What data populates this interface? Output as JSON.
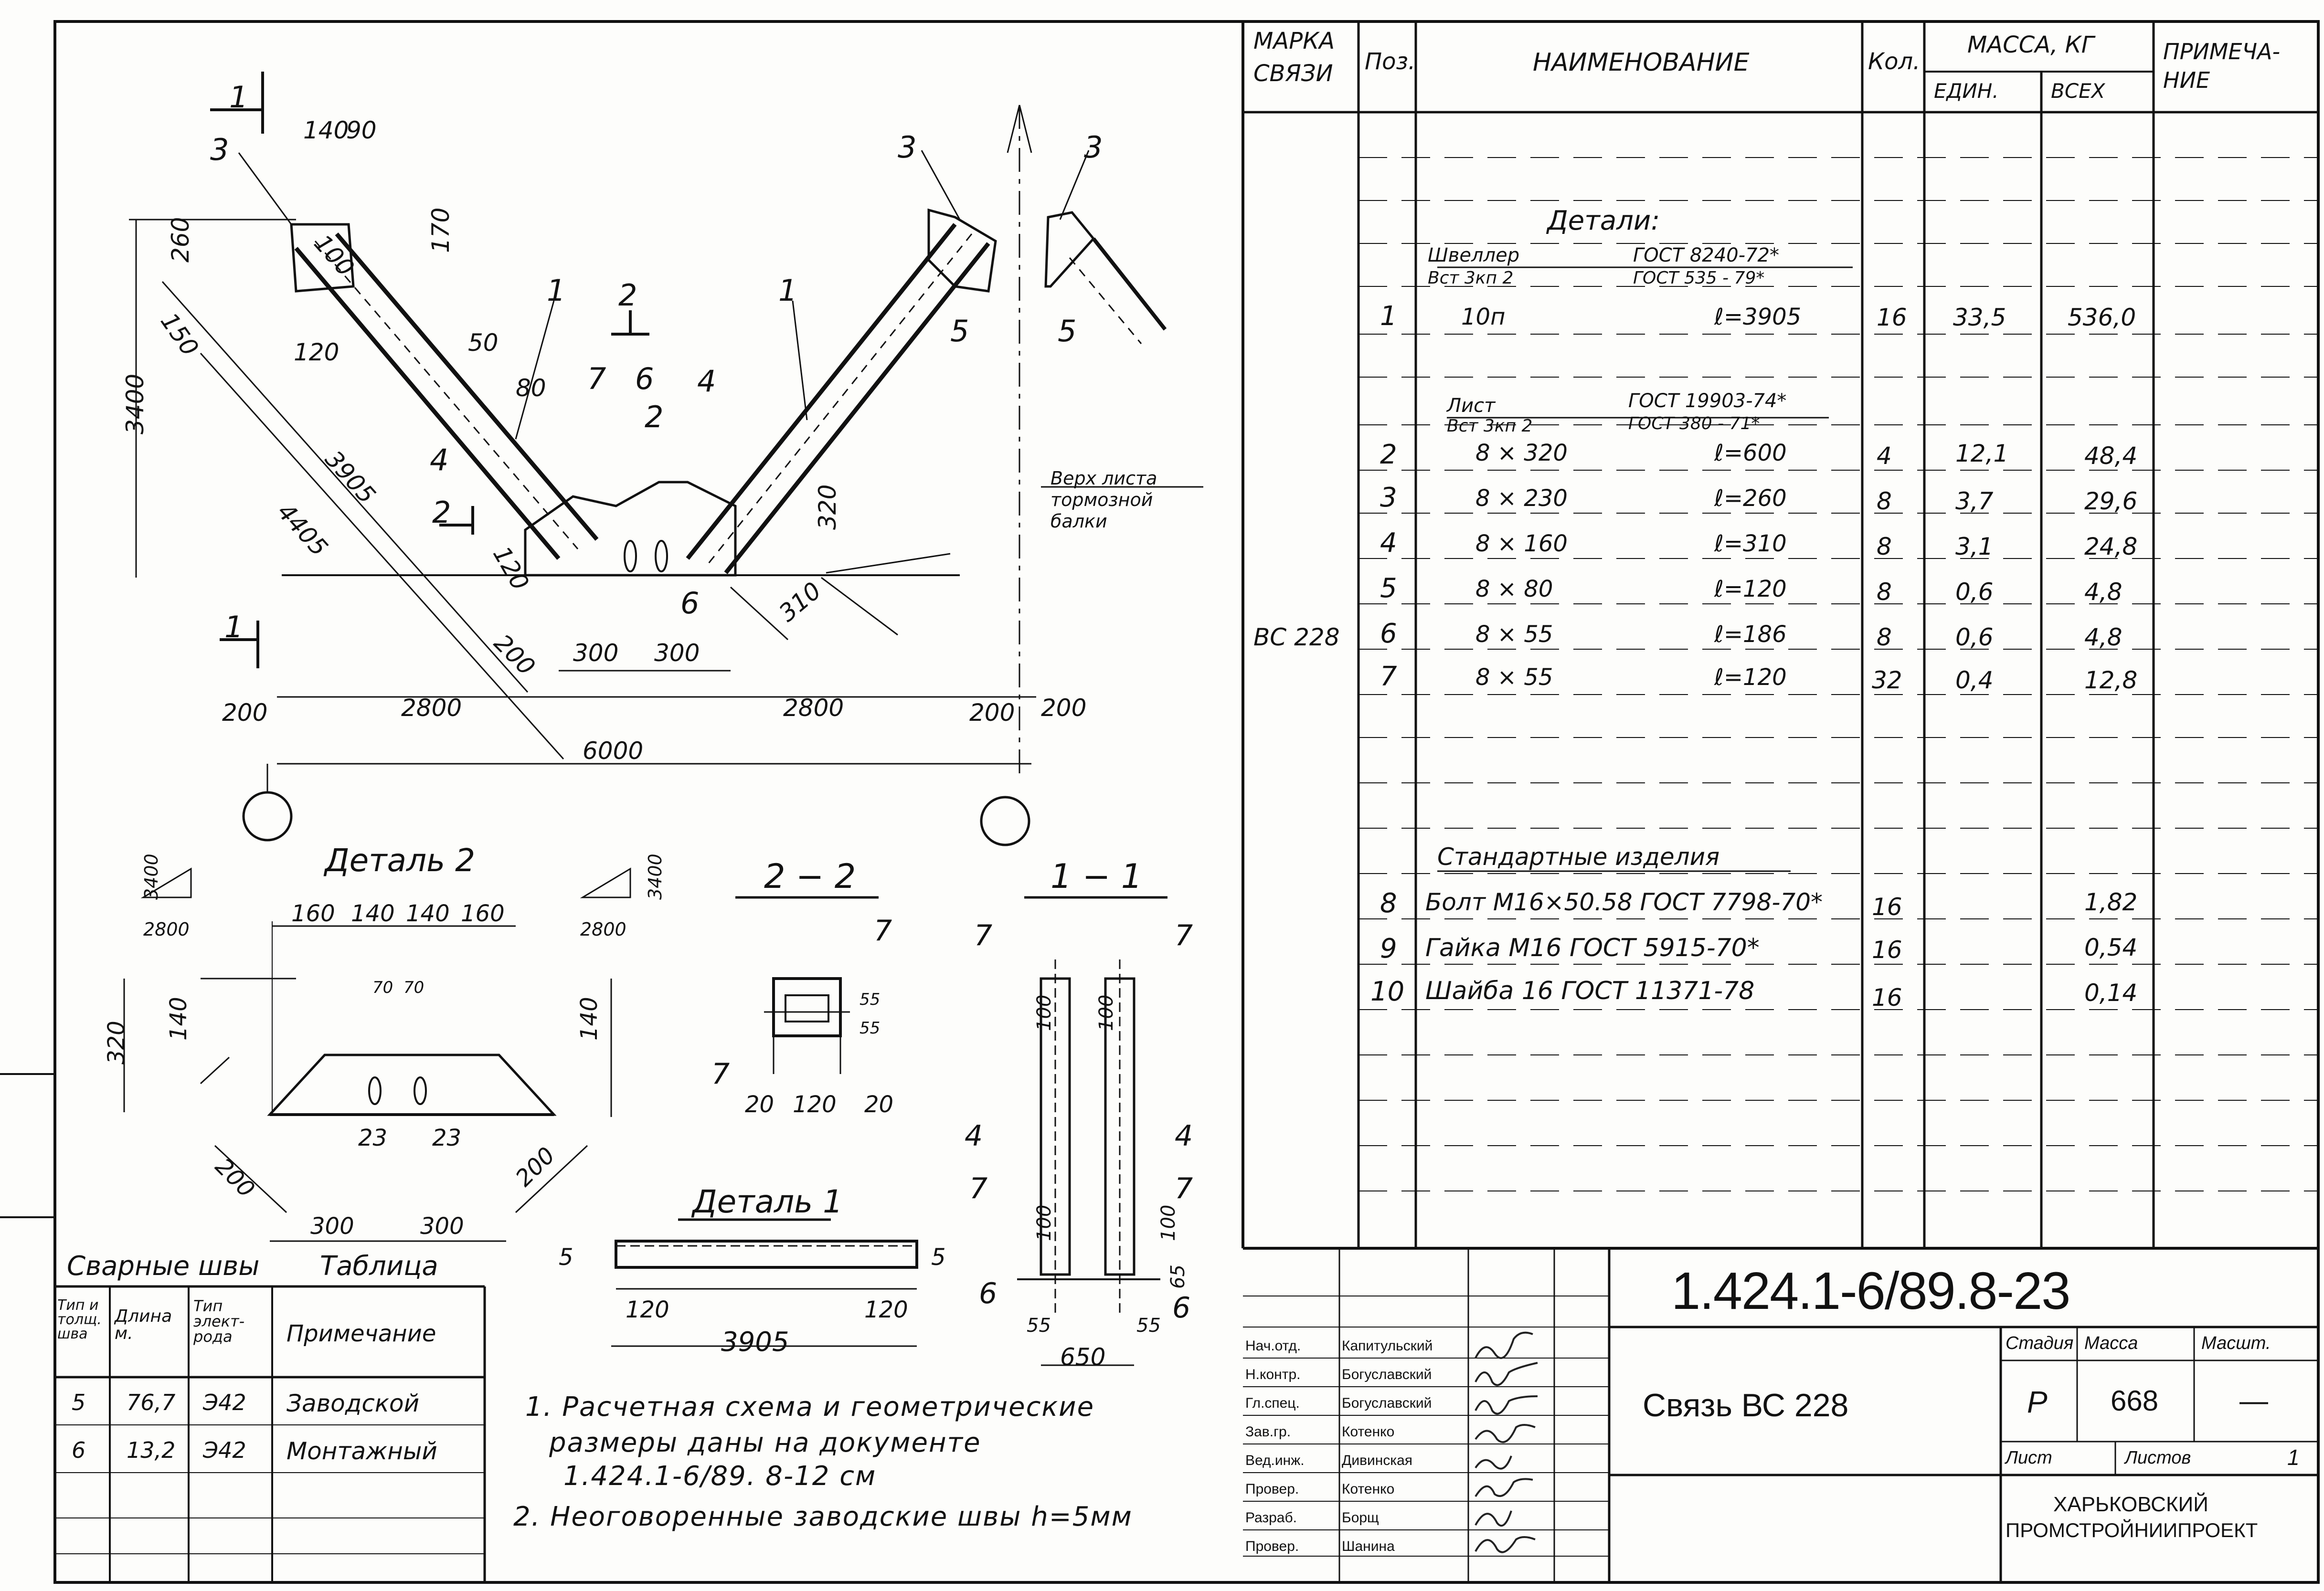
{
  "spec_header": {
    "marka": [
      "МАРКА",
      "СВЯЗИ"
    ],
    "poz": "Поз.",
    "name": "НАИМЕНОВАНИЕ",
    "kol": "Кол.",
    "mass": "МАССА, КГ",
    "mass_unit": "ЕДИН.",
    "mass_all": "ВСЕХ",
    "note": [
      "ПРИМЕЧА-",
      "НИЕ"
    ]
  },
  "spec": {
    "marka_value": "ВС 228",
    "details_title": "Детали:",
    "channel": {
      "l1": "Швеллер",
      "g1": "ГОСТ 8240-72*",
      "l2": "Вст 3кп 2",
      "g2": "ГОСТ 535 - 79*"
    },
    "sheet": {
      "l1": "Лист",
      "g1": "ГОСТ 19903-74*",
      "l2": "Вст 3кп 2",
      "g2": "ГОСТ 380 - 71*"
    },
    "rows": [
      {
        "pos": "1",
        "name": "10п",
        "len": "ℓ=3905",
        "qty": "16",
        "unit": "33,5",
        "all": "536,0"
      },
      {
        "pos": "2",
        "name": "8 × 320",
        "len": "ℓ=600",
        "qty": "4",
        "unit": "12,1",
        "all": "48,4"
      },
      {
        "pos": "3",
        "name": "8 × 230",
        "len": "ℓ=260",
        "qty": "8",
        "unit": "3,7",
        "all": "29,6"
      },
      {
        "pos": "4",
        "name": "8 × 160",
        "len": "ℓ=310",
        "qty": "8",
        "unit": "3,1",
        "all": "24,8"
      },
      {
        "pos": "5",
        "name": "8 × 80",
        "len": "ℓ=120",
        "qty": "8",
        "unit": "0,6",
        "all": "4,8"
      },
      {
        "pos": "6",
        "name": "8 × 55",
        "len": "ℓ=186",
        "qty": "8",
        "unit": "0,6",
        "all": "4,8"
      },
      {
        "pos": "7",
        "name": "8 × 55",
        "len": "ℓ=120",
        "qty": "32",
        "unit": "0,4",
        "all": "12,8"
      }
    ],
    "standard_title": "Стандартные изделия",
    "std_rows": [
      {
        "pos": "8",
        "name": "Болт М16×50.58 ГОСТ 7798-70*",
        "qty": "16",
        "all": "1,82"
      },
      {
        "pos": "9",
        "name": "Гайка М16 ГОСТ 5915-70*",
        "qty": "16",
        "all": "0,54"
      },
      {
        "pos": "10",
        "name": "Шайба 16 ГОСТ 11371-78",
        "qty": "16",
        "all": "0,14"
      }
    ]
  },
  "title_block": {
    "code": "1.424.1-6/89.8-23",
    "title": "Связь ВС 228",
    "stage_label": "Стадия",
    "mass_label": "Масса",
    "scale_label": "Масшт.",
    "stage": "Р",
    "mass": "668",
    "scale": "—",
    "sheet_label": "Лист",
    "sheets_label": "Листов",
    "sheets": "1",
    "org": [
      "ХАРЬКОВСКИЙ",
      "ПРОМСТРОЙНИИПРОЕКТ"
    ],
    "roles": [
      {
        "role": "Нач.отд.",
        "name": "Капитульский"
      },
      {
        "role": "Н.контр.",
        "name": "Богуславский"
      },
      {
        "role": "Гл.спец.",
        "name": "Богуславский"
      },
      {
        "role": "Зав.гр.",
        "name": "Котенко"
      },
      {
        "role": "Вед.инж.",
        "name": "Дивинская"
      },
      {
        "role": "Провер.",
        "name": "Котенко"
      },
      {
        "role": "Разраб.",
        "name": "Борщ"
      },
      {
        "role": "Провер.",
        "name": "Шанина"
      }
    ]
  },
  "welds": {
    "title": "Сварные швы",
    "title2": "Таблица",
    "headers": [
      "Тип и толщ. шва",
      "Длина м.",
      "Тип элект-рода",
      "Примечание"
    ],
    "rows": [
      {
        "type": "5",
        "len": "76,7",
        "el": "Э42",
        "note": "Заводской"
      },
      {
        "type": "6",
        "len": "13,2",
        "el": "Э42",
        "note": "Монтажный"
      }
    ]
  },
  "notes": [
    "1. Расчетная схема и геометрические",
    "размеры даны на документе",
    "1.424.1-6/89. 8-12 см",
    "2. Неоговоренные заводские швы h=5мм"
  ],
  "drawing": {
    "main_dims": {
      "d140": "140",
      "d90": "90",
      "d260": "260",
      "d170": "170",
      "d150": "150",
      "d120": "120",
      "d3400": "3400",
      "d3905": "3905",
      "d4405": "4405",
      "d120b": "120",
      "d200": "200",
      "d300a": "300",
      "d300b": "300",
      "d2800a": "2800",
      "d2800b": "2800",
      "d200a": "200",
      "d200b": "200",
      "d200c": "200",
      "d200d": "200",
      "d6000": "6000",
      "d310": "310",
      "d320": "320",
      "d50": "50",
      "d80": "80",
      "d100": "100",
      "d6": "6"
    },
    "callouts": [
      "1",
      "1",
      "2",
      "3",
      "3",
      "3",
      "4",
      "4",
      "5",
      "5",
      "6",
      "6",
      "7",
      "2"
    ],
    "section_marks": {
      "s1": "1",
      "s2": "2"
    },
    "brake_beam_label": [
      "Верх листа",
      "тормозной",
      "балки"
    ],
    "detail2_title": "Деталь 2",
    "detail2_dims": [
      "160",
      "140",
      "140",
      "160",
      "140",
      "140",
      "320",
      "70",
      "70",
      "23",
      "23",
      "300",
      "300",
      "200",
      "200",
      "3400",
      "2800",
      "3400",
      "2800"
    ],
    "section22_title": "2 − 2",
    "section22_dims": [
      "55",
      "55",
      "20",
      "120",
      "20",
      "7",
      "7"
    ],
    "section11_title": "1 − 1",
    "section11_dims": [
      "100",
      "100",
      "100",
      "100",
      "65",
      "55",
      "55",
      "650",
      "7",
      "7",
      "4",
      "4",
      "7",
      "7",
      "6",
      "6"
    ],
    "detail1_title": "Деталь 1",
    "detail1_dims": [
      "120",
      "120",
      "3905",
      "5",
      "5"
    ]
  }
}
